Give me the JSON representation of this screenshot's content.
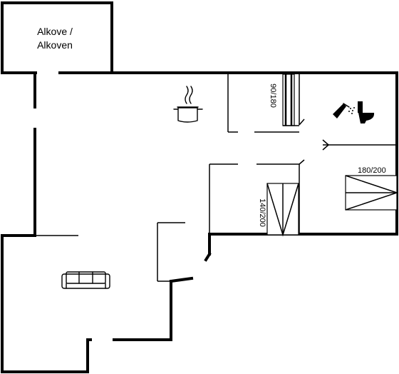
{
  "rooms": {
    "alcove_label_line1": "Alkove /",
    "alcove_label_line2": "Alkoven"
  },
  "dimensions": {
    "bed_small": "90/180",
    "bed_double": "140/200",
    "bed_right": "180/200"
  },
  "icons": {
    "kitchen": "cooking-pot-icon",
    "shower": "shower-icon",
    "toilet": "toilet-icon",
    "sofa": "sofa-icon"
  }
}
